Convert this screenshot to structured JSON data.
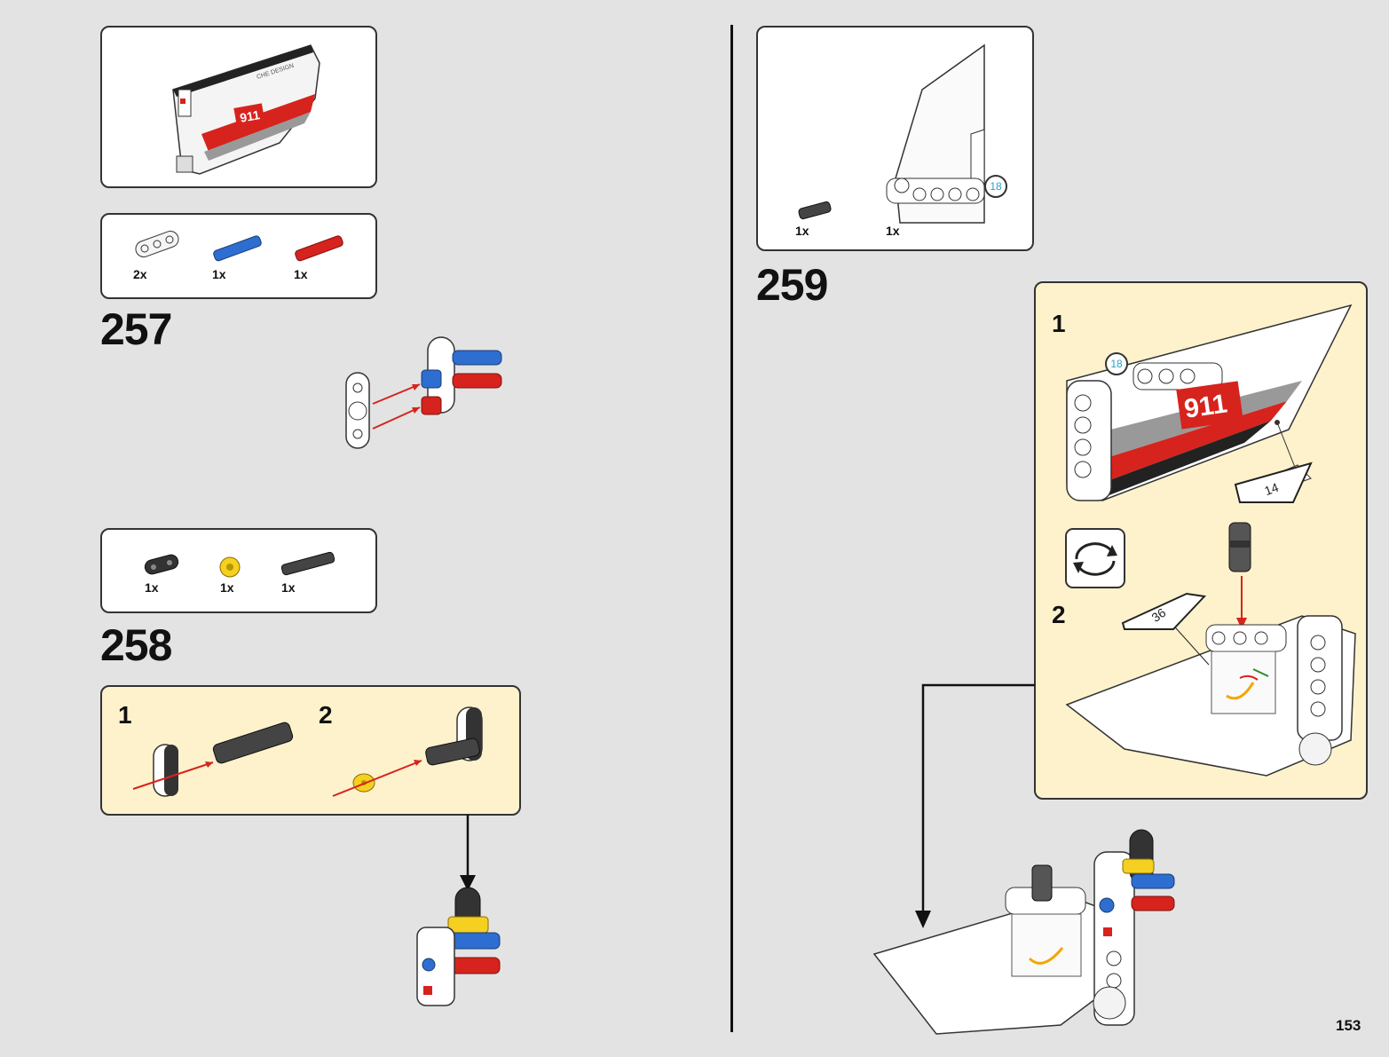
{
  "page": {
    "number": "153"
  },
  "colors": {
    "red": "#d7231d",
    "blue": "#2d6ed0",
    "yellow": "#f5d020",
    "panel": "#fdf2cc",
    "callout": "#2aa0c8"
  },
  "preview": {
    "sticker_text": "911",
    "logo_text": "CHE DESIGN"
  },
  "steps": [
    {
      "number": "257",
      "parts": [
        {
          "icon": "liftarm-icon",
          "qty": "2x"
        },
        {
          "icon": "blue-axle-pin-icon",
          "qty": "1x"
        },
        {
          "icon": "red-axle-pin-icon",
          "qty": "1x"
        }
      ]
    },
    {
      "number": "258",
      "parts": [
        {
          "icon": "black-liftarm-icon",
          "qty": "1x"
        },
        {
          "icon": "yellow-bush-icon",
          "qty": "1x"
        },
        {
          "icon": "long-pin-icon",
          "qty": "1x"
        }
      ],
      "substeps": [
        "1",
        "2"
      ]
    },
    {
      "number": "259",
      "parts": [
        {
          "icon": "pin-icon",
          "qty": "1x"
        },
        {
          "icon": "panel-icon",
          "qty": "1x"
        }
      ],
      "callout": "18",
      "substeps": [
        {
          "label": "1",
          "callout": "18",
          "sticker_text": "911",
          "sticker_ref": "14"
        },
        {
          "label": "2",
          "sticker_ref": "36"
        }
      ]
    }
  ]
}
